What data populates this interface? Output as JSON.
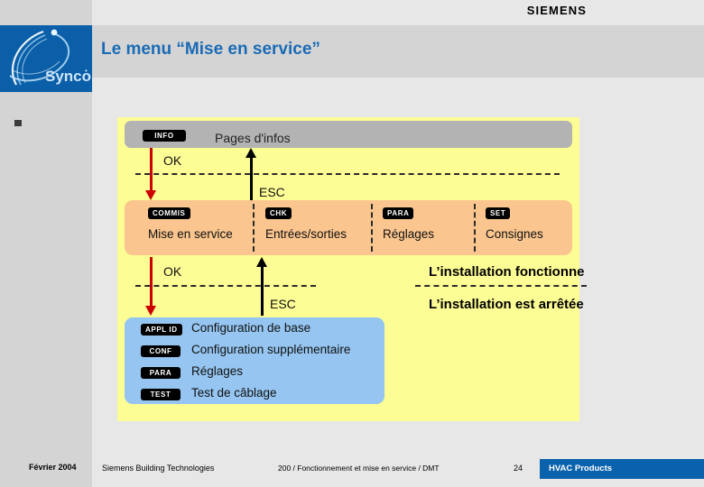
{
  "brand": {
    "siemens": "SIEMENS",
    "logo_name": "Synco",
    "logo_color": "#0a5fa8",
    "title_color": "#1a6bb5"
  },
  "header": {
    "title": "Le menu “Mise en service”"
  },
  "diagram": {
    "info_row": {
      "badge": "INFO",
      "label": "Pages d'infos"
    },
    "nav_top": {
      "ok": "OK",
      "esc": "ESC"
    },
    "menu_columns": [
      {
        "badge": "COMMIS",
        "label": "Mise en service"
      },
      {
        "badge": "CHK",
        "label": "Entrées/sorties"
      },
      {
        "badge": "PARA",
        "label": "Réglages"
      },
      {
        "badge": "SET",
        "label": "Consignes"
      }
    ],
    "nav_bottom": {
      "ok": "OK",
      "esc": "ESC"
    },
    "states": {
      "running": "L’installation fonctionne",
      "stopped": "L’installation est arrêtée"
    },
    "commissioning_items": [
      {
        "badge": "APPL ID",
        "label": "Configuration de base"
      },
      {
        "badge": "CONF",
        "label": "Configuration supplémentaire"
      },
      {
        "badge": "PARA",
        "label": "Réglages"
      },
      {
        "badge": "TEST",
        "label": "Test de câblage"
      }
    ],
    "colors": {
      "panel": "#fdfd96",
      "info_bar": "#b3b3b3",
      "menu_bar": "#fac58e",
      "commissioning_bar": "#95c5f0",
      "ok_arrow": "#cc0000",
      "esc_arrow": "#000000"
    }
  },
  "footer": {
    "date": "Février 2004",
    "company": "Siemens Building Technologies",
    "document": "200 / Fonctionnement et mise en service / DMT",
    "page": "24",
    "division": "HVAC Products",
    "division_color": "#0a62ac"
  }
}
